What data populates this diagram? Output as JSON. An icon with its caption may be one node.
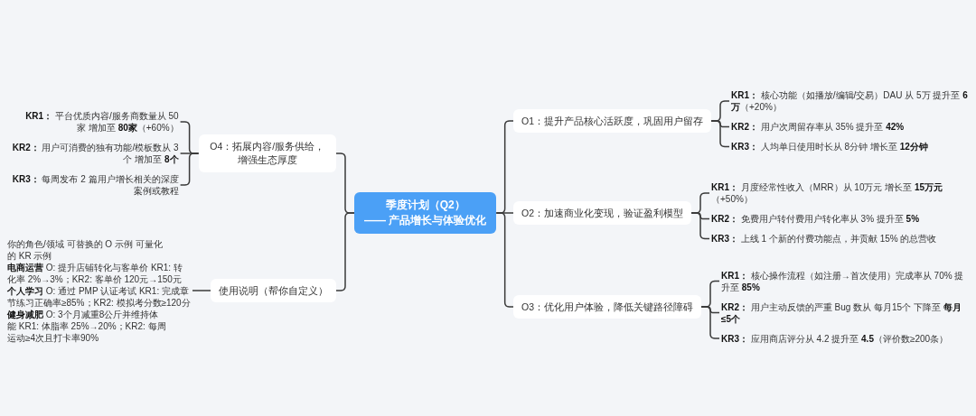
{
  "diagram": {
    "nodes": [
      {
        "text": [
          "季度计划（Q2）",
          "—— 产品增长与体验优化"
        ]
      },
      {
        "text": [
          "O1：提升产品核心活跃度，巩固用户留存"
        ]
      },
      {
        "text": [
          "**KR1：** 核心功能（如播放/编辑/交易）DAU 从 5万 提升至 **6万**（+20%）"
        ]
      },
      {
        "text": [
          "**KR2：** 用户次周留存率从 35% 提升至 **42%**"
        ]
      },
      {
        "text": [
          "**KR3：** 人均单日使用时长从 8分钟 增长至 **12分钟**"
        ]
      },
      {
        "text": [
          "O2：加速商业化变现，验证盈利模型"
        ]
      },
      {
        "text": [
          "**KR1：** 月度经常性收入（MRR）从 10万元 增长至 **15万元**（+50%）"
        ]
      },
      {
        "text": [
          "**KR2：** 免费用户转付费用户转化率从 3% 提升至 **5%**"
        ]
      },
      {
        "text": [
          "**KR3：** 上线 1 个新的付费功能点，并贡献 15% 的总营收"
        ]
      },
      {
        "text": [
          "O3：优化用户体验，降低关键路径障碍"
        ]
      },
      {
        "text": [
          "**KR1：** 核心操作流程（如注册→首次使用）完成率从 70% 提升至 **85%**"
        ]
      },
      {
        "text": [
          "**KR2：** 用户主动反馈的严重 Bug 数从 每月15个 下降至 **每月≤5个**"
        ]
      },
      {
        "text": [
          "**KR3：** 应用商店评分从 4.2 提升至 **4.5**（评价数≥200条）"
        ]
      },
      {
        "text": [
          "O4：拓展内容/服务供给，增强生态厚度"
        ]
      },
      {
        "text": [
          "**KR1：** 平台优质内容/服务商数量从 50家 增加至 **80家**（+60%）"
        ]
      },
      {
        "text": [
          "**KR2：** 用户可消费的独有功能/模板数从 3个 增加至 **8个**"
        ]
      },
      {
        "text": [
          "**KR3：** 每周发布 2 篇用户增长相关的深度案例或教程"
        ]
      },
      {
        "text": [
          "使用说明（帮你自定义）"
        ]
      },
      {
        "text": [
          "你的角色/领域 可替换的 O 示例 可量化的 KR 示例",
          "**电商运营** O: 提升店铺转化与客单价 KR1: 转化率 2%→3%；KR2: 客单价 120元→150元",
          "**个人学习** O: 通过 PMP 认证考试 KR1: 完成章节练习正确率≥85%；KR2: 模拟考分数≥120分",
          "**健身减肥** O: 3个月减重8公斤并维持体能 KR1: 体脂率 25%→20%；KR2: 每周运动≥4次且打卡率90%"
        ]
      }
    ],
    "edges": [
      {
        "from": 0,
        "to": 1,
        "arrow": "none"
      },
      {
        "from": 0,
        "to": 5,
        "arrow": "none"
      },
      {
        "from": 0,
        "to": 9,
        "arrow": "none"
      },
      {
        "from": 0,
        "to": 13,
        "arrow": "none"
      },
      {
        "from": 0,
        "to": 17,
        "arrow": "none"
      },
      {
        "from": 1,
        "to": 2,
        "arrow": "none"
      },
      {
        "from": 1,
        "to": 3,
        "arrow": "none"
      },
      {
        "from": 1,
        "to": 4,
        "arrow": "none"
      },
      {
        "from": 5,
        "to": 6,
        "arrow": "none"
      },
      {
        "from": 5,
        "to": 7,
        "arrow": "none"
      },
      {
        "from": 5,
        "to": 8,
        "arrow": "none"
      },
      {
        "from": 9,
        "to": 10,
        "arrow": "none"
      },
      {
        "from": 9,
        "to": 11,
        "arrow": "none"
      },
      {
        "from": 9,
        "to": 12,
        "arrow": "none"
      },
      {
        "from": 13,
        "to": 14,
        "arrow": "none"
      },
      {
        "from": 13,
        "to": 15,
        "arrow": "none"
      },
      {
        "from": 13,
        "to": 16,
        "arrow": "none"
      },
      {
        "from": 17,
        "to": 18,
        "arrow": "none"
      }
    ]
  }
}
